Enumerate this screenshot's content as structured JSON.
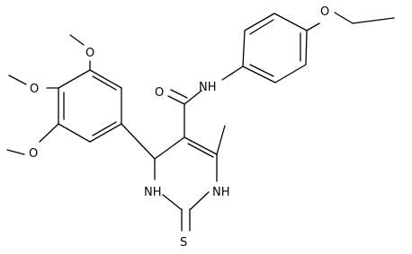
{
  "diagram": {
    "atom_labels": {
      "ome_top": "O",
      "ome_mid": "O",
      "ome_low": "O",
      "oet": "O",
      "carbonyl_o": "O",
      "amide_nh": "NH",
      "ring_nh_left": "NH",
      "ring_nh_right": "NH",
      "thione_s": "S"
    }
  }
}
